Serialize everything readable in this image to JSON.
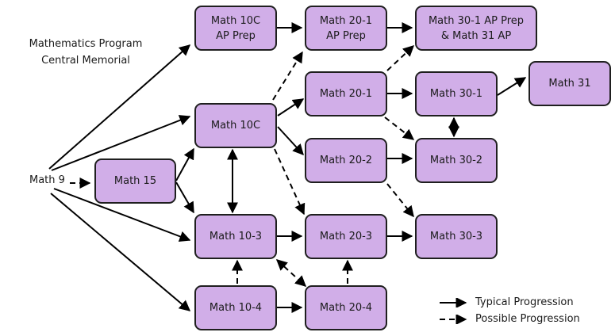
{
  "title": {
    "line1": "Mathematics Program",
    "line2": "Central Memorial"
  },
  "start_node": "Math 9",
  "colors": {
    "node_fill": "#d1aee8",
    "node_border": "#1f1f1f",
    "arrow": "#000000"
  },
  "nodes": {
    "m10c_ap": "Math 10C\nAP Prep",
    "m20_1_ap": "Math 20-1\nAP Prep",
    "m30_1_ap": "Math 30-1 AP Prep\n& Math 31 AP",
    "m20_1": "Math 20-1",
    "m30_1": "Math 30-1",
    "m31": "Math 31",
    "m10c": "Math 10C",
    "m20_2": "Math 20-2",
    "m30_2": "Math 30-2",
    "m15": "Math 15",
    "m10_3": "Math 10-3",
    "m20_3": "Math 20-3",
    "m30_3": "Math 30-3",
    "m10_4": "Math 10-4",
    "m20_4": "Math 20-4"
  },
  "edges": [
    {
      "from": "math9",
      "to": "m10c_ap",
      "type": "typical"
    },
    {
      "from": "math9",
      "to": "m10c",
      "type": "typical"
    },
    {
      "from": "math9",
      "to": "m15",
      "type": "possible"
    },
    {
      "from": "math9",
      "to": "m10_3",
      "type": "typical"
    },
    {
      "from": "math9",
      "to": "m10_4",
      "type": "typical"
    },
    {
      "from": "m15",
      "to": "m10c",
      "type": "typical"
    },
    {
      "from": "m15",
      "to": "m10_3",
      "type": "typical"
    },
    {
      "from": "m10c_ap",
      "to": "m20_1_ap",
      "type": "typical"
    },
    {
      "from": "m20_1_ap",
      "to": "m30_1_ap",
      "type": "typical"
    },
    {
      "from": "m10c",
      "to": "m20_1_ap",
      "type": "possible"
    },
    {
      "from": "m20_1",
      "to": "m30_1_ap",
      "type": "possible"
    },
    {
      "from": "m10c",
      "to": "m20_1",
      "type": "typical"
    },
    {
      "from": "m10c",
      "to": "m20_2",
      "type": "typical"
    },
    {
      "from": "m10c",
      "to": "m20_3",
      "type": "possible"
    },
    {
      "from": "m10c",
      "to": "m10_3",
      "type": "typical-both"
    },
    {
      "from": "m20_1",
      "to": "m30_1",
      "type": "typical"
    },
    {
      "from": "m20_1",
      "to": "m30_2",
      "type": "possible"
    },
    {
      "from": "m30_1",
      "to": "m31",
      "type": "typical"
    },
    {
      "from": "m30_1",
      "to": "m30_2",
      "type": "typical-both"
    },
    {
      "from": "m20_2",
      "to": "m30_2",
      "type": "typical"
    },
    {
      "from": "m20_2",
      "to": "m30_3",
      "type": "possible"
    },
    {
      "from": "m10_3",
      "to": "m20_3",
      "type": "typical"
    },
    {
      "from": "m20_3",
      "to": "m30_3",
      "type": "typical"
    },
    {
      "from": "m10_4",
      "to": "m10_3",
      "type": "possible"
    },
    {
      "from": "m10_4",
      "to": "m20_4",
      "type": "typical"
    },
    {
      "from": "m20_4",
      "to": "m20_3",
      "type": "possible"
    },
    {
      "from": "m10_3",
      "to": "m20_4",
      "type": "possible-both"
    }
  ],
  "legend": {
    "typical": "Typical Progression",
    "possible": "Possible Progression"
  }
}
